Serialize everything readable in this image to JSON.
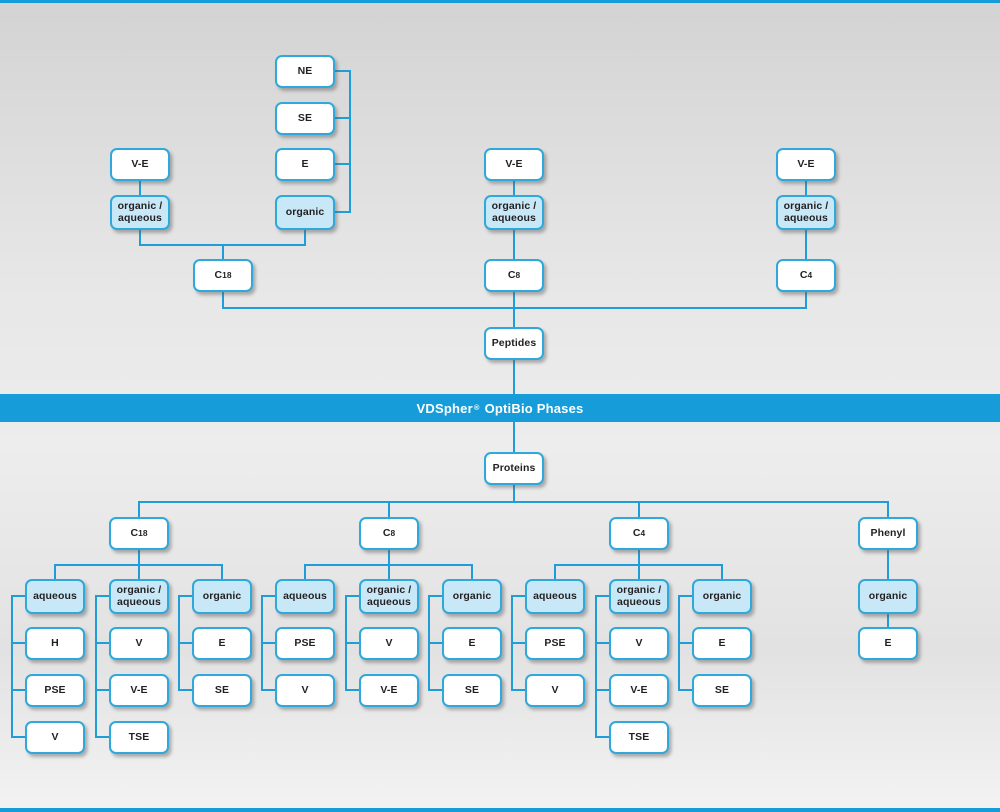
{
  "colors": {
    "accent": "#169CD9",
    "box-border": "#2FA8DC",
    "line": "#1E9DD8",
    "box-fill-light": "#C8E8F8",
    "box-fill": "#FFFFFF",
    "text": "#231F20",
    "banner-text": "#FFFFFF"
  },
  "banner": {
    "brand": "VDSpher",
    "registered_mark": "®",
    "suffix": "OptiBio Phases"
  },
  "peptides_tree": {
    "root_label": "Peptides",
    "elution_column": {
      "ne": "NE",
      "se": "SE",
      "e": "E",
      "organic": "organic"
    },
    "c18_branch": {
      "ve": "V-E",
      "organic_aqueous": "organic /\naqueous",
      "column": "C18"
    },
    "c8_branch": {
      "ve": "V-E",
      "organic_aqueous": "organic /\naqueous",
      "column": "C8"
    },
    "c4_branch": {
      "ve": "V-E",
      "organic_aqueous": "organic /\naqueous",
      "column": "C4"
    }
  },
  "proteins_tree": {
    "root_label": "Proteins",
    "c18": {
      "column": "C18",
      "aqueous": {
        "label": "aqueous",
        "children": [
          "H",
          "PSE",
          "V"
        ]
      },
      "organic_aqueous": {
        "label": "organic /\naqueous",
        "children": [
          "V",
          "V-E",
          "TSE"
        ]
      },
      "organic": {
        "label": "organic",
        "children": [
          "E",
          "SE"
        ]
      }
    },
    "c8": {
      "column": "C8",
      "aqueous": {
        "label": "aqueous",
        "children": [
          "PSE",
          "V"
        ]
      },
      "organic_aqueous": {
        "label": "organic /\naqueous",
        "children": [
          "V",
          "V-E"
        ]
      },
      "organic": {
        "label": "organic",
        "children": [
          "E",
          "SE"
        ]
      }
    },
    "c4": {
      "column": "C4",
      "aqueous": {
        "label": "aqueous",
        "children": [
          "PSE",
          "V"
        ]
      },
      "organic_aqueous": {
        "label": "organic /\naqueous",
        "children": [
          "V",
          "V-E",
          "TSE"
        ]
      },
      "organic": {
        "label": "organic",
        "children": [
          "E",
          "SE"
        ]
      }
    },
    "phenyl": {
      "column": "Phenyl",
      "organic": {
        "label": "organic",
        "children": [
          "E"
        ]
      }
    }
  }
}
